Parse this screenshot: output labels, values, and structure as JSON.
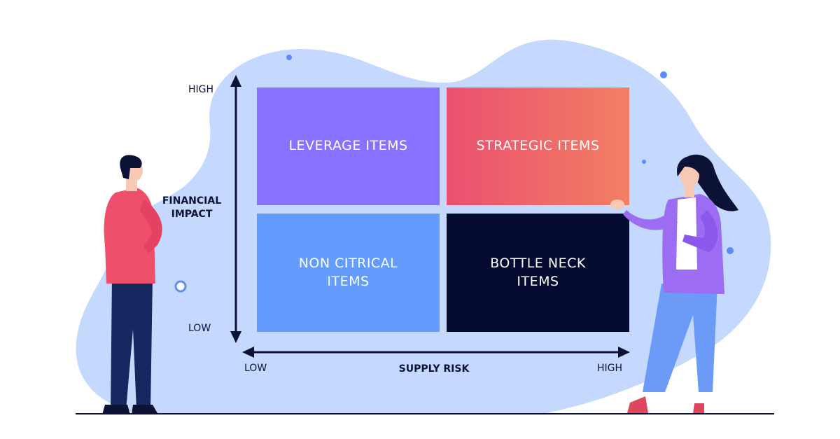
{
  "matrix": {
    "quadrants": {
      "top_left": "LEVERAGE ITEMS",
      "top_right": "STRATEGIC ITEMS",
      "bottom_left": "NON CITRICAL ITEMS",
      "bottom_right": "BOTTLE NECK ITEMS"
    },
    "colors": {
      "top_left": "#8771fe",
      "top_right_start": "#eb5070",
      "top_right_end": "#f27f63",
      "bottom_left": "#639cfc",
      "bottom_right": "#050b30",
      "blob": "#c5d8fd",
      "axis": "#0b1236"
    }
  },
  "y_axis": {
    "title_line1": "FINANCIAL",
    "title_line2": "IMPACT",
    "high": "HIGH",
    "low": "LOW"
  },
  "x_axis": {
    "title": "SUPPLY RISK",
    "low": "LOW",
    "high": "HIGH"
  },
  "illustrations": [
    "man-figure",
    "woman-figure"
  ]
}
